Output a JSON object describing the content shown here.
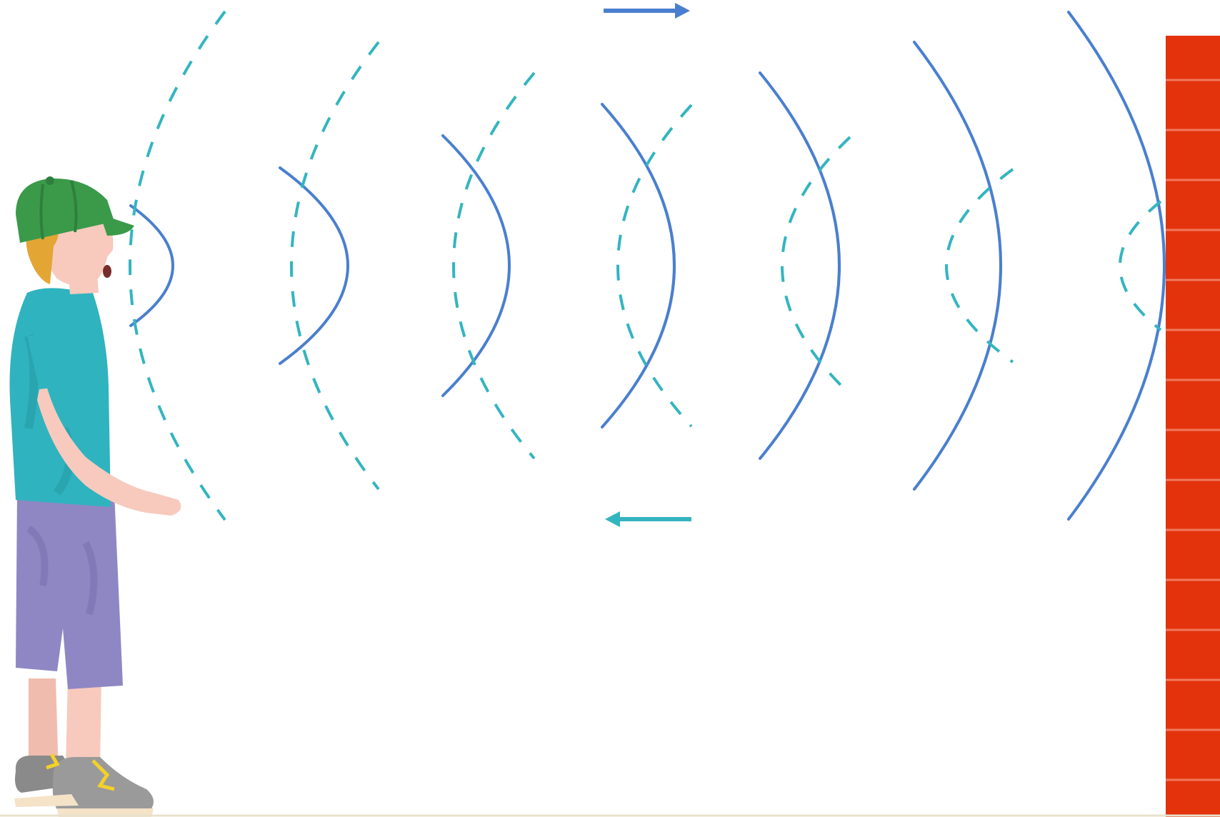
{
  "scene": {
    "icon": "person-shouting-icon",
    "description_free": true
  },
  "colors": {
    "background": "#ffffff",
    "outgoing_wave": "#4a7fcf",
    "reflected_wave": "#33b5c0",
    "wall": "#e3330d",
    "wall_mortar": "#f07a5e",
    "cap": "#3a9a4a",
    "shirt": "#2fb3bf",
    "shorts": "#8f87c4",
    "skin": "#f7cabd",
    "hair": "#e3a634",
    "shoes": "#8a8a8a",
    "laces": "#f2d12a"
  },
  "legend": {
    "outgoing_direction": "right",
    "reflected_direction": "left",
    "outgoing_icon": "arrow-right-icon",
    "reflected_icon": "arrow-left-icon"
  },
  "waves": {
    "outgoing_count": 7,
    "reflected_count": 7,
    "outgoing_style": "solid",
    "reflected_style": "dashed"
  }
}
